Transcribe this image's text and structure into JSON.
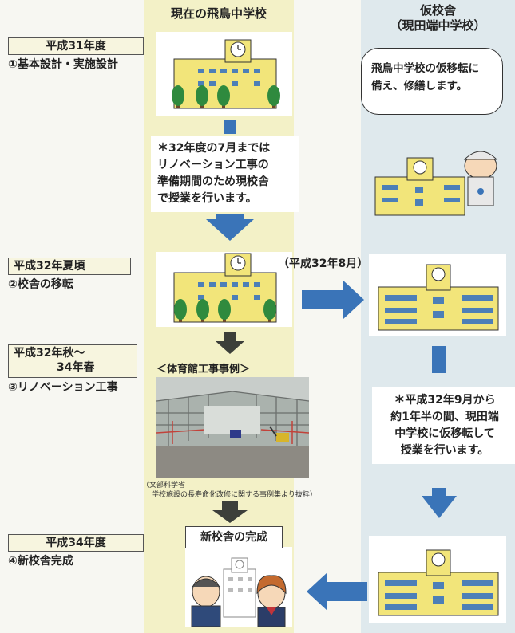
{
  "columns": {
    "left_title": "現在の飛鳥中学校",
    "right_title_line1": "仮校舎",
    "right_title_line2": "（現田端中学校）"
  },
  "stages": [
    {
      "period": "平成31年度",
      "title": "①基本設計・実施設計"
    },
    {
      "period": "平成32年夏頃",
      "title": "②校舎の移転"
    },
    {
      "period_line1": "平成32年秋～",
      "period_line2": "34年春",
      "title": "③リノベーション工事"
    },
    {
      "period": "平成34年度",
      "title": "④新校舎完成"
    }
  ],
  "notes": {
    "left_line1": "＊32年度の7月までは",
    "left_line2": "リノベーション工事の",
    "left_line3": "準備期間のため現校舎",
    "left_line4": "で授業を行います。",
    "right_line1": "＊平成32年9月から",
    "right_line2": "約1年半の間、現田端",
    "right_line3": "中学校に仮移転して",
    "right_line4": "授業を行います。"
  },
  "bubble": {
    "line1": "飛鳥中学校の仮移転に",
    "line2": "備え、修繕します。"
  },
  "move_month": "（平成32年8月）",
  "gym_label": "＜体育館工事事例＞",
  "credit": {
    "line1": "（文部科学省",
    "line2": "学校施設の長寿命化改修に関する事例集より抜粋）"
  },
  "completion_label": "新校舎の完成",
  "colors": {
    "left_column": "#f3f1c7",
    "right_column": "#dfe9ed",
    "arrow_blue": "#3a74b8",
    "arrow_dark": "#3c3f3a",
    "building": "#f2e57a",
    "window": "#4d7fb7"
  }
}
